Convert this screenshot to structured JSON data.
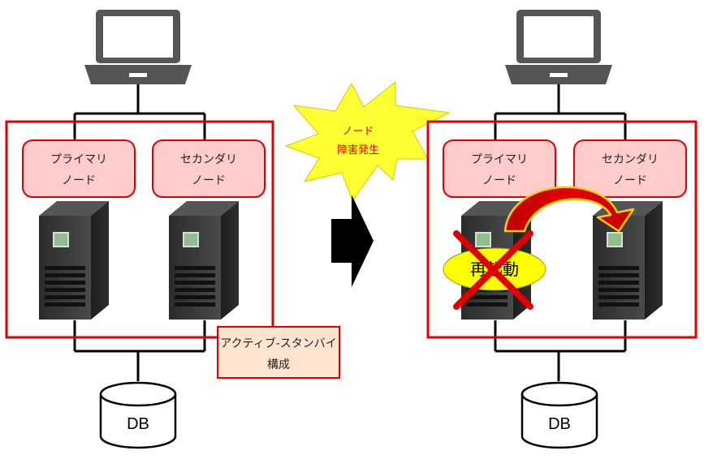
{
  "left_panel": {
    "primary_node": {
      "line1": "プライマリ",
      "line2": "ノード"
    },
    "secondary_node": {
      "line1": "セカンダリ",
      "line2": "ノード"
    },
    "config_label": {
      "line1": "アクティブ-スタンバイ",
      "line2": "構成"
    },
    "db_label": "DB"
  },
  "event_burst": {
    "line1": "ノード",
    "line2": "障害発生"
  },
  "right_panel": {
    "primary_node": {
      "line1": "プライマリ",
      "line2": "ノード"
    },
    "secondary_node": {
      "line1": "セカンダリ",
      "line2": "ノード"
    },
    "restart_label": "再起動",
    "db_label": "DB"
  },
  "colors": {
    "cluster_border": "#e00000",
    "node_fill": "#ffcccc",
    "node_border": "#e00000",
    "config_fill": "#fde4d0",
    "burst_fill": "#ffff33",
    "server_body": "#3a3a3a",
    "laptop": "#555555",
    "failover_arrow": "#e00000",
    "restart_fill": "#ffff00"
  }
}
